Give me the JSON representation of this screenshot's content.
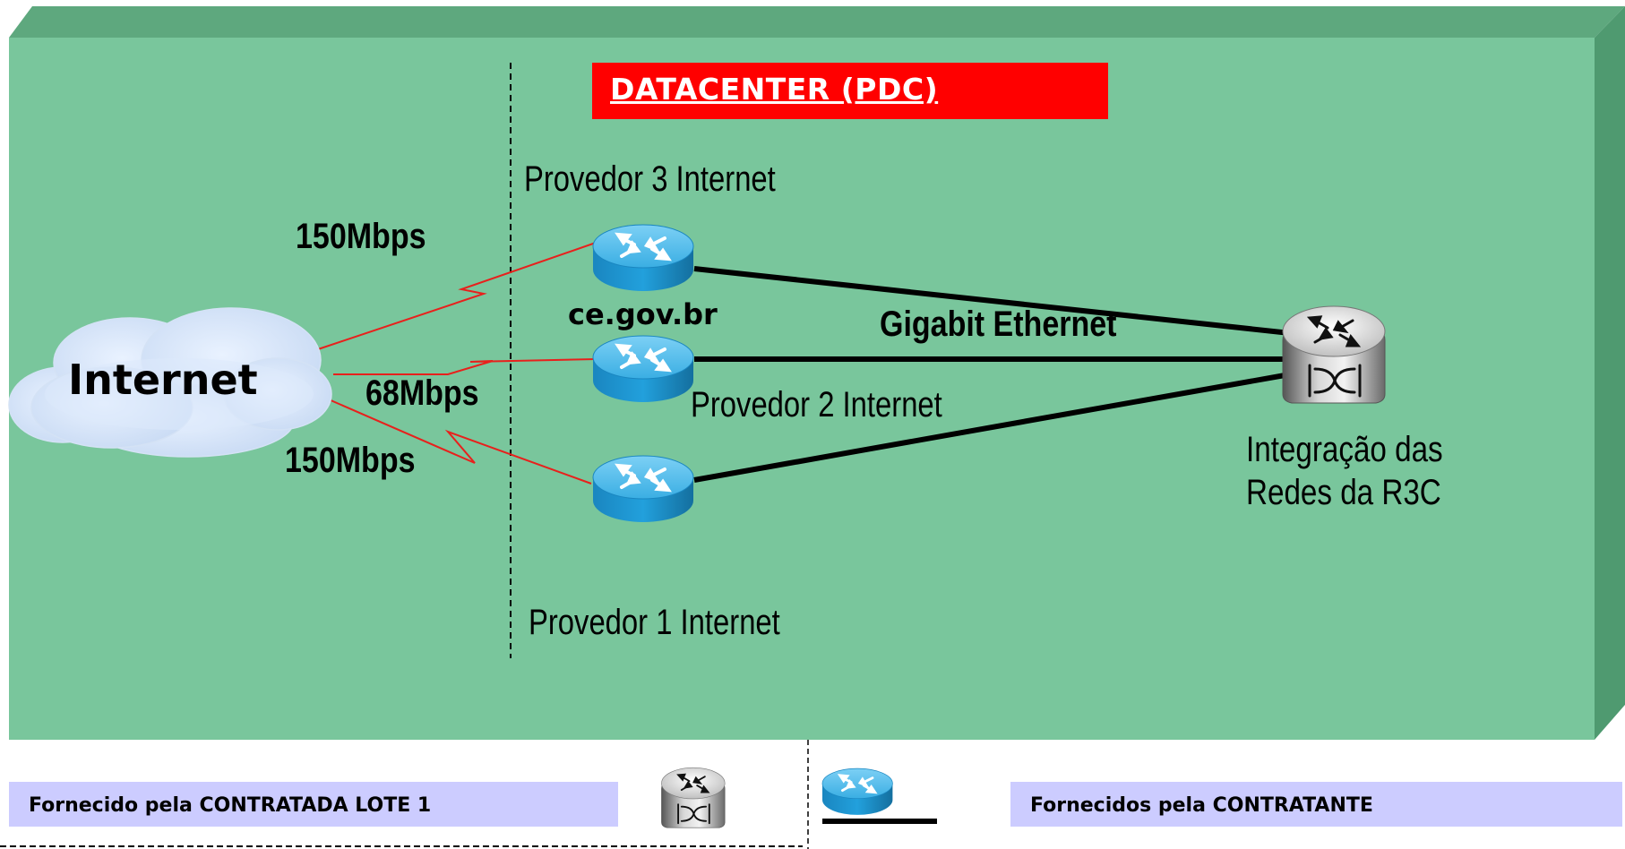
{
  "title": "DATACENTER (PDC)",
  "internet_label": "Internet",
  "providers": {
    "p3": "Provedor 3 Internet",
    "p2": "Provedor 2 Internet",
    "p1": "Provedor 1 Internet"
  },
  "domain_label": "ce.gov.br",
  "link_label": "Gigabit Ethernet",
  "bandwidth": {
    "top": "150Mbps",
    "middle": "68Mbps",
    "bottom": "150Mbps"
  },
  "core_label": {
    "line1": "Integração das",
    "line2": "Redes da R3C"
  },
  "legend": {
    "contratada": "Fornecido pela CONTRATADA LOTE 1",
    "contratante": "Fornecidos pela CONTRATANTE"
  },
  "colors": {
    "zone_front": "#79c69c",
    "zone_top": "#5ea87e",
    "zone_side": "#4f9a70",
    "title_bg": "#ff0000",
    "legend_bg": "#ccccff",
    "serial_link": "#e8201c",
    "ethernet_link": "#000000",
    "router_blue": "#1f9bd6"
  }
}
